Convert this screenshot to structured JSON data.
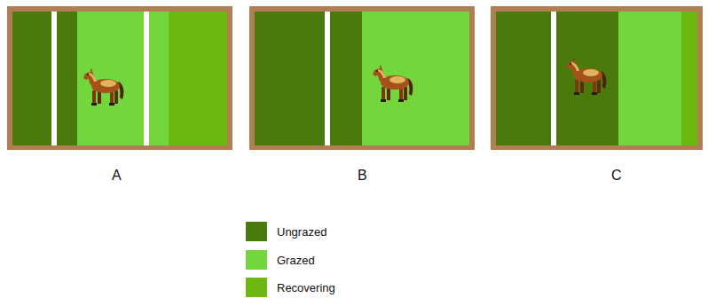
{
  "diagram": {
    "labels": [
      "A",
      "B",
      "C"
    ],
    "legend": [
      {
        "text": "Ungrazed",
        "color": "#4b7a0c"
      },
      {
        "text": "Grazed",
        "color": "#72d63c"
      },
      {
        "text": "Recovering",
        "color": "#6cb80e"
      }
    ]
  }
}
